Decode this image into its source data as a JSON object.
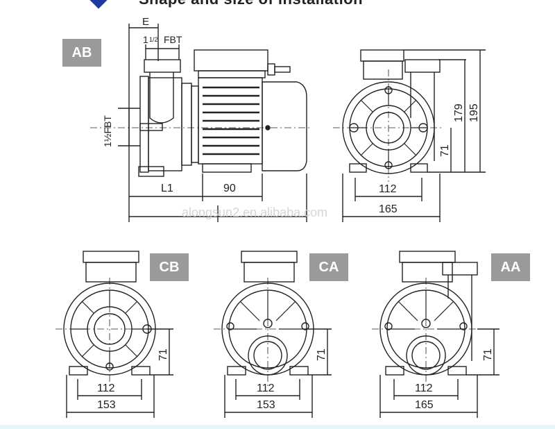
{
  "heading": "Shape and size of installation",
  "watermark": "alongsun2.en.alibaba.com",
  "colors": {
    "tag_bg": "#9a9a9a",
    "accent": "#1e3a9c",
    "line": "#222222"
  },
  "views": {
    "ab": {
      "tag": "AB",
      "dim_e": "E",
      "dim_top_fbt": "1",
      "dim_top_frac": "1/2",
      "dim_top_suffix": "FBT",
      "dim_side_fbt": "1½FBT",
      "dim_l1": "L1",
      "dim_90": "90"
    },
    "ab_front": {
      "dim_179": "179",
      "dim_195": "195",
      "dim_71": "71",
      "dim_112": "112",
      "dim_165": "165"
    },
    "cb": {
      "tag": "CB",
      "dim_71": "71",
      "dim_112": "112",
      "dim_153": "153"
    },
    "ca": {
      "tag": "CA",
      "dim_71": "71",
      "dim_112": "112",
      "dim_153": "153"
    },
    "aa": {
      "tag": "AA",
      "dim_71": "71",
      "dim_112": "112",
      "dim_165": "165"
    }
  }
}
